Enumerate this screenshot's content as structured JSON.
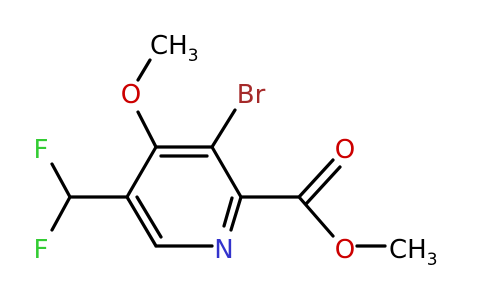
{
  "molecule": {
    "atoms": [
      {
        "id": "c_ring_5",
        "element": "C",
        "label": ""
      },
      {
        "id": "c_ring_4",
        "element": "C",
        "label": ""
      },
      {
        "id": "c_ring_3",
        "element": "C",
        "label": ""
      },
      {
        "id": "c_ring_2",
        "element": "C",
        "label": ""
      },
      {
        "id": "n_ring_1",
        "element": "N",
        "label": "N"
      },
      {
        "id": "c_ring_6",
        "element": "C",
        "label": ""
      },
      {
        "id": "o_methoxy",
        "element": "O",
        "label": "O"
      },
      {
        "id": "c_methoxy",
        "element": "C",
        "label": "CH3"
      },
      {
        "id": "br",
        "element": "Br",
        "label": "Br"
      },
      {
        "id": "c_ester",
        "element": "C",
        "label": ""
      },
      {
        "id": "o_carbonyl",
        "element": "O",
        "label": "O"
      },
      {
        "id": "o_ester",
        "element": "O",
        "label": "O"
      },
      {
        "id": "c_ester_methyl",
        "element": "C",
        "label": "CH3"
      },
      {
        "id": "c_chf2",
        "element": "C",
        "label": ""
      },
      {
        "id": "f_top",
        "element": "F",
        "label": "F"
      },
      {
        "id": "f_bottom",
        "element": "F",
        "label": "F"
      }
    ],
    "bonds": [
      {
        "from": "c_ring_5",
        "to": "c_ring_4",
        "order": 1
      },
      {
        "from": "c_ring_4",
        "to": "c_ring_3",
        "order": 2
      },
      {
        "from": "c_ring_3",
        "to": "c_ring_2",
        "order": 1
      },
      {
        "from": "c_ring_2",
        "to": "n_ring_1",
        "order": 2
      },
      {
        "from": "n_ring_1",
        "to": "c_ring_6",
        "order": 1
      },
      {
        "from": "c_ring_6",
        "to": "c_ring_5",
        "order": 2
      },
      {
        "from": "c_ring_4",
        "to": "o_methoxy",
        "order": 1
      },
      {
        "from": "o_methoxy",
        "to": "c_methoxy",
        "order": 1
      },
      {
        "from": "c_ring_3",
        "to": "br",
        "order": 1
      },
      {
        "from": "c_ring_2",
        "to": "c_ester",
        "order": 1
      },
      {
        "from": "c_ester",
        "to": "o_carbonyl",
        "order": 2
      },
      {
        "from": "c_ester",
        "to": "o_ester",
        "order": 1
      },
      {
        "from": "o_ester",
        "to": "c_ester_methyl",
        "order": 1
      },
      {
        "from": "c_ring_5",
        "to": "c_chf2",
        "order": 1
      },
      {
        "from": "c_chf2",
        "to": "f_top",
        "order": 1
      },
      {
        "from": "c_chf2",
        "to": "f_bottom",
        "order": 1
      }
    ],
    "colors": {
      "carbon": "#000000",
      "nitrogen": "#3333cc",
      "oxygen": "#cc0000",
      "bromine": "#a52a2a",
      "fluorine": "#33cc33"
    }
  },
  "labels": {
    "methoxy_ch3": {
      "main": "CH",
      "sub": "3"
    },
    "methoxy_o": "O",
    "bromine": "Br",
    "ring_nitrogen": "N",
    "carbonyl_o": "O",
    "ester_o": "O",
    "ester_ch3": {
      "main": "CH",
      "sub": "3"
    },
    "fluorine_top": "F",
    "fluorine_bottom": "F"
  }
}
